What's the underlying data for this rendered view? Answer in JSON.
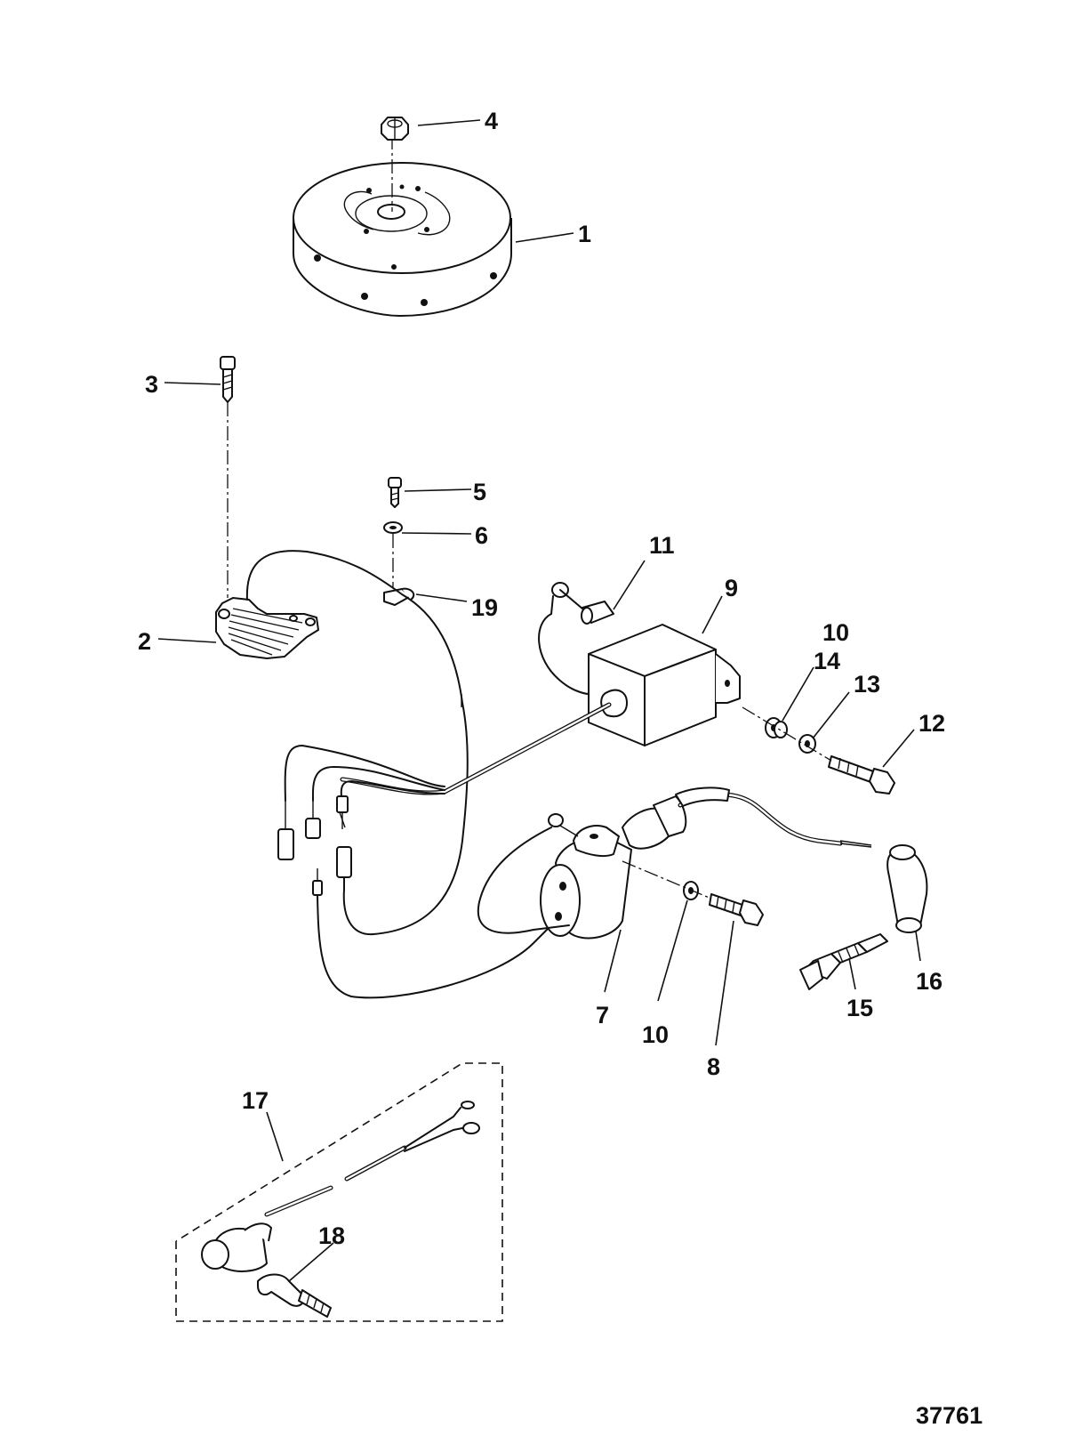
{
  "figure_number": "37761",
  "callouts": [
    {
      "id": "1",
      "text": "1"
    },
    {
      "id": "2",
      "text": "2"
    },
    {
      "id": "3",
      "text": "3"
    },
    {
      "id": "4",
      "text": "4"
    },
    {
      "id": "5",
      "text": "5"
    },
    {
      "id": "6",
      "text": "6"
    },
    {
      "id": "7",
      "text": "7"
    },
    {
      "id": "8",
      "text": "8"
    },
    {
      "id": "9",
      "text": "9"
    },
    {
      "id": "10a",
      "text": "10"
    },
    {
      "id": "10b",
      "text": "10"
    },
    {
      "id": "11",
      "text": "11"
    },
    {
      "id": "12",
      "text": "12"
    },
    {
      "id": "13",
      "text": "13"
    },
    {
      "id": "14",
      "text": "14"
    },
    {
      "id": "15",
      "text": "15"
    },
    {
      "id": "16",
      "text": "16"
    },
    {
      "id": "17",
      "text": "17"
    },
    {
      "id": "18",
      "text": "18"
    },
    {
      "id": "19",
      "text": "19"
    }
  ]
}
